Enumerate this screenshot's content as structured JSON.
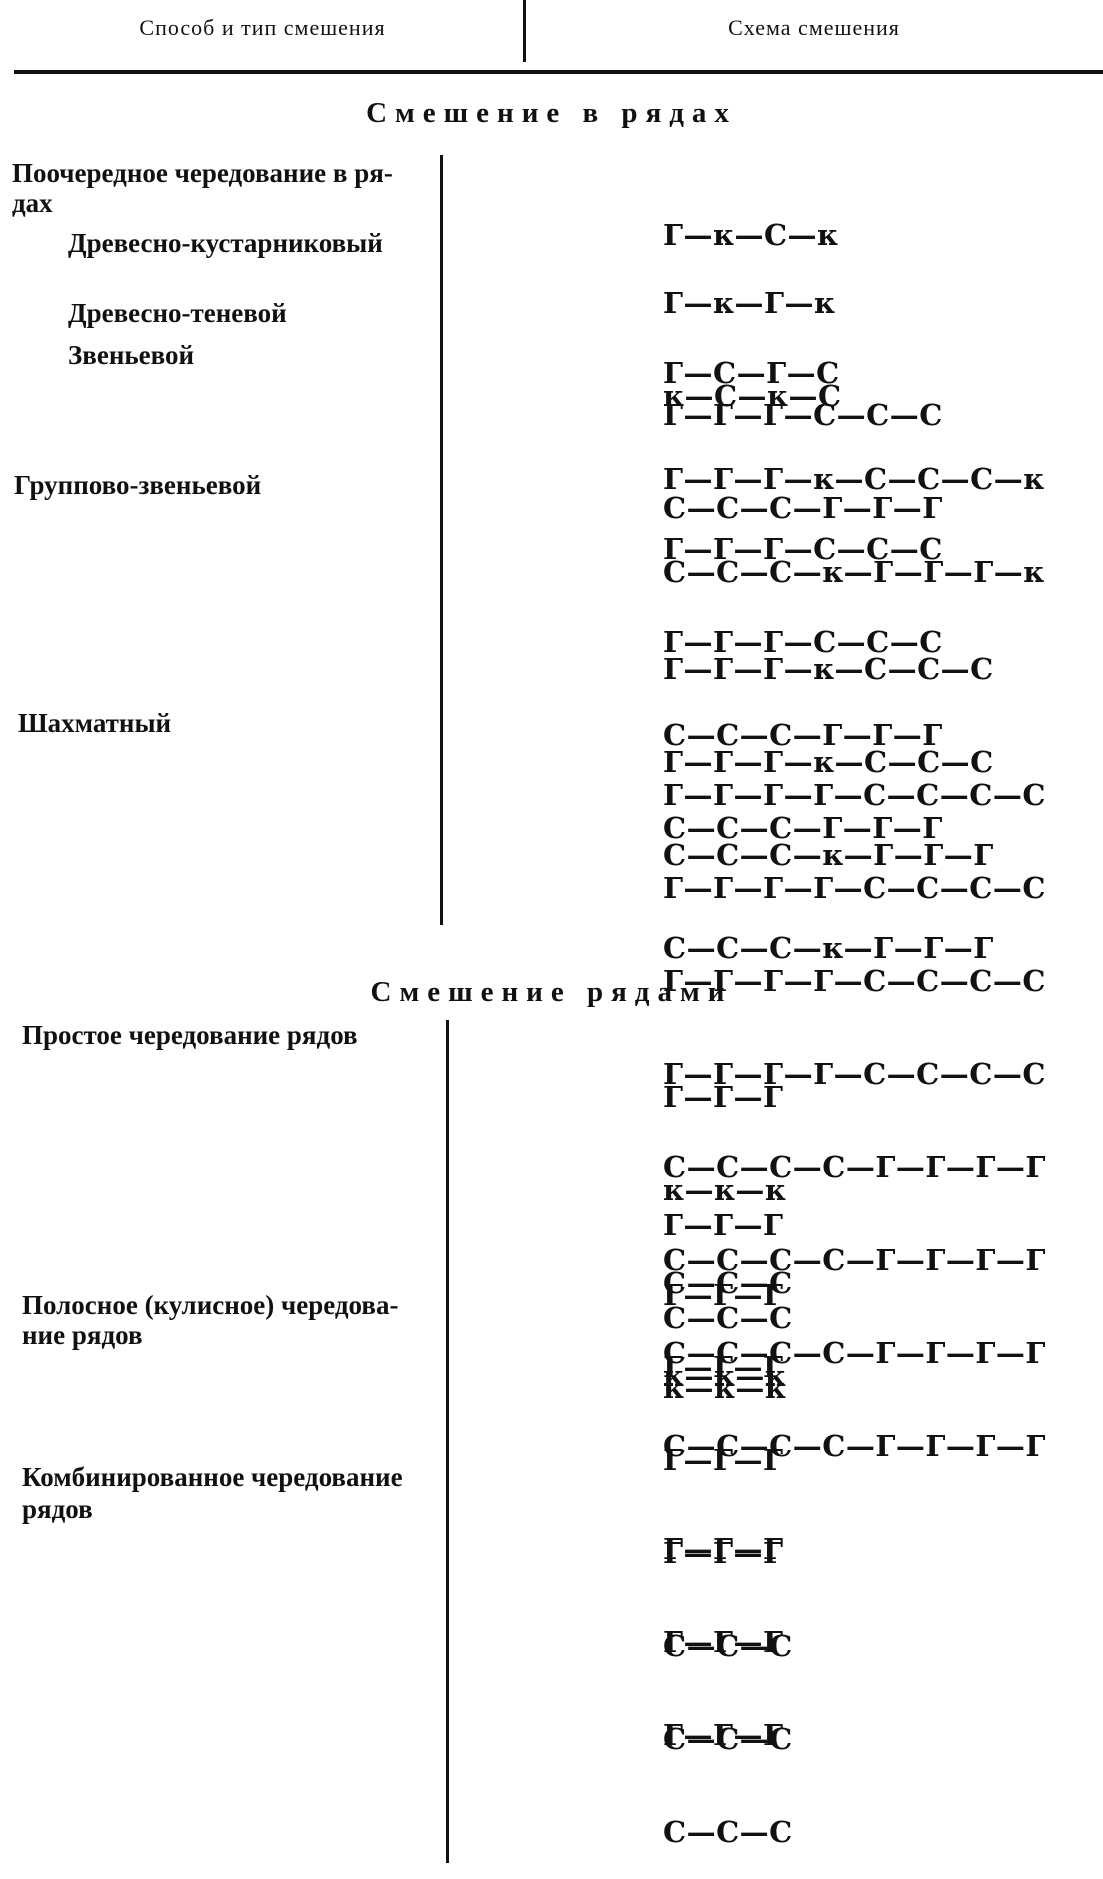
{
  "header": {
    "col1": "Способ и тип смешения",
    "col2": "Схема смешения"
  },
  "sections": {
    "rows_in": "Смешение в рядах",
    "rows_by": "Смешение рядами"
  },
  "labels": {
    "alternating_line1": "Поочередное чередование в ря-",
    "alternating_line2": "дах",
    "tree_shrub": "Древесно-кустарниковый",
    "tree_shade": "Древесно-теневой",
    "link": "Звеньевой",
    "group_link": "Группово-звеньевой",
    "chess": "Шахматный",
    "simple_line1": "Простое чередование рядов",
    "strip_line1": "Полосное (кулисное) чередова-",
    "strip_line2": "ние рядов",
    "combined_line1": "Комбинированное чередование",
    "combined_line2": "рядов"
  },
  "schemes": {
    "alternating": [
      "Г—к—С—к"
    ],
    "tree_shrub": [
      "Г—к—Г—к",
      "к—С—к—С"
    ],
    "tree_shade": [
      "Г—С—Г—С"
    ],
    "link_a": [
      "Г—Г—Г—С—С—С",
      "С—С—С—Г—Г—Г"
    ],
    "link_b": [
      "Г—Г—Г—к—С—С—С—к",
      "С—С—С—к—Г—Г—Г—к"
    ],
    "group_a": [
      "Г—Г—Г—С—С—С",
      "Г—Г—Г—С—С—С",
      "С—С—С—Г—Г—Г",
      "С—С—С—Г—Г—Г"
    ],
    "group_b": [
      "Г—Г—Г—к—С—С—С",
      "Г—Г—Г—к—С—С—С",
      "С—С—С—к—Г—Г—Г",
      "С—С—С—к—Г—Г—Г"
    ],
    "chess": [
      "Г—Г—Г—Г—С—С—С—С",
      "Г—Г—Г—Г—С—С—С—С",
      "Г—Г—Г—Г—С—С—С—С",
      "Г—Г—Г—Г—С—С—С—С",
      "С—С—С—С—Г—Г—Г—Г",
      "С—С—С—С—Г—Г—Г—Г",
      "С—С—С—С—Г—Г—Г—Г",
      "С—С—С—С—Г—Г—Г—Г"
    ],
    "simple_a": [
      "Г—Г—Г",
      "к—к—к",
      "С—С—С",
      "к—к—к"
    ],
    "simple_b": [
      "Г—Г—Г",
      "С—С—С"
    ],
    "simple_c": [
      "Г—Г—Г",
      "к—к—к"
    ],
    "strip": [
      "Г—Г—Г",
      "Г—Г—Г",
      "Г—Г—Г",
      "С—С—С",
      "С—С—С",
      "С—С—С"
    ],
    "combined": [
      "Г—Г—Г",
      "Г—Г—Г",
      "Г—Г—Г"
    ]
  }
}
